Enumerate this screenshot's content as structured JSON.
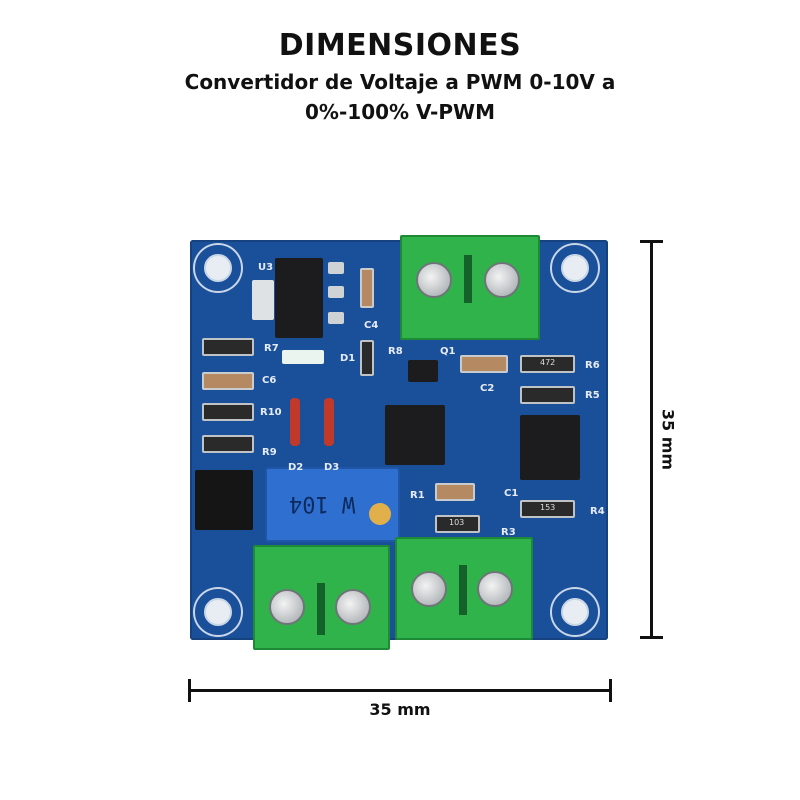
{
  "header": {
    "title": "DIMENSIONES",
    "subtitle_line1": "Convertidor de Voltaje a PWM 0-10V a",
    "subtitle_line2": "0%-100% V-PWM"
  },
  "board": {
    "silkscreen": {
      "U3": "U3",
      "C4": "C4",
      "R7": "R7",
      "D1": "D1",
      "R8": "R8",
      "Q1": "Q1",
      "C6": "C6",
      "C2": "C2",
      "R6": "R6",
      "R5": "R5",
      "R10": "R10",
      "R9": "R9",
      "D2": "D2",
      "D3": "D3",
      "R1": "R1",
      "C1": "C1",
      "R4": "R4",
      "R3": "R3"
    },
    "potentiometer_label": "W 104",
    "resistor_codes": {
      "R6": "472",
      "R4": "153",
      "R3": "103"
    },
    "colors": {
      "pcb": "#1a4f9a",
      "terminal": "#2fb34a",
      "pot": "#2f6fd0"
    }
  },
  "dimensions": {
    "width_label": "35 mm",
    "height_label": "35 mm"
  }
}
